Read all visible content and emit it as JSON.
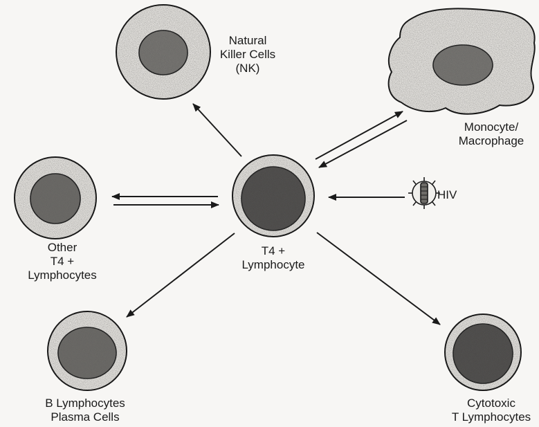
{
  "cells": {
    "nk": {
      "lines": [
        "Natural",
        "Killer Cells",
        "(NK)"
      ]
    },
    "monocyte": {
      "lines": [
        "Monocyte/",
        "Macrophage"
      ]
    },
    "other_t4": {
      "lines": [
        "Other",
        "T4 +",
        "Lymphocytes"
      ]
    },
    "t4": {
      "lines": [
        "T4 +",
        "Lymphocyte"
      ]
    },
    "hiv": {
      "label": "HIV"
    },
    "b_lymph": {
      "lines": [
        "B Lymphocytes",
        "Plasma Cells"
      ]
    },
    "cytotoxic": {
      "lines": [
        "Cytotoxic",
        "T Lymphocytes"
      ]
    }
  },
  "colors": {
    "ink": "#1a1a1a",
    "paper": "#f7f6f4",
    "cytoplasm": "#e6e4e0",
    "nucleus_light": "#7a7874",
    "nucleus_dark": "#4a4846"
  }
}
